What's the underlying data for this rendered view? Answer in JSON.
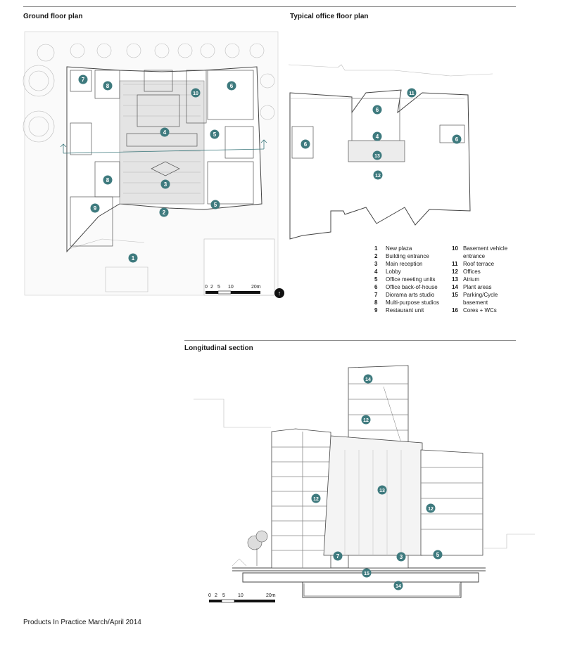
{
  "headings": {
    "ground": "Ground floor plan",
    "typical": "Typical office floor plan",
    "section": "Longitudinal section"
  },
  "legend": [
    {
      "num": "1",
      "label": "New plaza"
    },
    {
      "num": "2",
      "label": "Building entrance"
    },
    {
      "num": "3",
      "label": "Main reception"
    },
    {
      "num": "4",
      "label": "Lobby"
    },
    {
      "num": "5",
      "label": "Office meeting units"
    },
    {
      "num": "6",
      "label": "Office back-of-house"
    },
    {
      "num": "7",
      "label": "Diorama arts studio"
    },
    {
      "num": "8",
      "label": "Multi-purpose studios"
    },
    {
      "num": "9",
      "label": "Restaurant unit"
    },
    {
      "num": "10",
      "label": "Basement vehicle entrance"
    },
    {
      "num": "11",
      "label": "Roof terrace"
    },
    {
      "num": "12",
      "label": "Offices"
    },
    {
      "num": "13",
      "label": "Atrium"
    },
    {
      "num": "14",
      "label": "Plant areas"
    },
    {
      "num": "15",
      "label": "Parking/Cycle basement"
    },
    {
      "num": "16",
      "label": "Cores + WCs"
    }
  ],
  "scale": {
    "ticks": [
      "0",
      "2",
      "5",
      "10",
      "20m"
    ]
  },
  "north_symbol": "↑",
  "markers": {
    "ground": [
      "7",
      "8",
      "10",
      "6",
      "4",
      "5",
      "8",
      "3",
      "9",
      "2",
      "5",
      "1"
    ],
    "typical": [
      "11",
      "6",
      "4",
      "6",
      "6",
      "13",
      "12"
    ],
    "section": [
      "14",
      "12",
      "13",
      "12",
      "12",
      "7",
      "3",
      "5",
      "15",
      "14"
    ]
  },
  "footer": "Products In Practice March/April 2014",
  "colors": {
    "marker": "#3e7a7e",
    "line": "#555555",
    "fill": "#e6e6e6"
  }
}
